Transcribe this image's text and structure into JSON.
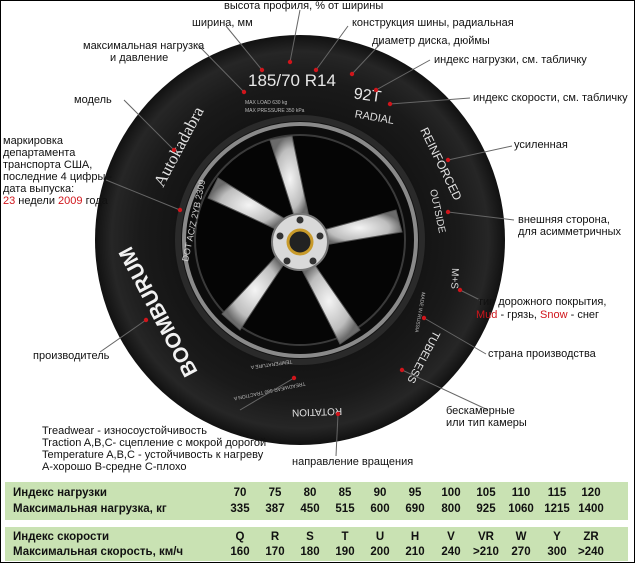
{
  "tire": {
    "size": "185/70 R14",
    "speed_code": "92T",
    "construction": "RADIAL",
    "brand_model": "Autokadabra",
    "manufacturer": "BOOMBURUM",
    "dot_code": "DOT AC/Z 2YB 2309",
    "reinforced": "REINFORCED",
    "outside": "OUTSIDE",
    "ms": "M+S",
    "tubeless": "TUBELESS",
    "rotation": "ROTATION",
    "made_in": "MADE IN RUSSIA",
    "treadwear": "TREADWEAR 380 TRACTION A",
    "temperature": "TEMPERATURE A",
    "max_load_small": "MAX LOAD 630 kg",
    "max_pressure_small": "MAX PRESSURE 350 kPa"
  },
  "labels": {
    "profile_height": "высота профиля,  % от ширины",
    "width": "ширина, мм",
    "construction": "конструкция шины, радиальная",
    "max_load_1": "максимальная нагрузка",
    "max_load_2": "и давление",
    "rim_diameter": "диаметр диска, дюймы",
    "load_index": "индекс нагрузки, см. табличку",
    "model": "модель",
    "speed_index": "индекс скорости, см. табличку",
    "dot_1": "маркировка",
    "dot_2": "департамента",
    "dot_3": "транспорта США,",
    "dot_4": "последние 4 цифры -",
    "dot_5": "дата выпуска:",
    "dot_6_week": "23",
    "dot_6_mid": " недели ",
    "dot_6_year": "2009",
    "dot_6_end": " года",
    "reinforced": "усиленная",
    "outside_1": "внешняя сторона,",
    "outside_2": "для асимметричных",
    "road_1": "тип дорожного покрытия,",
    "road_mud": "Mud",
    "road_mid": " - грязь, ",
    "road_snow": "Snow",
    "road_end": " - снег",
    "manufacturer": "производитель",
    "country": "страна производства",
    "tubeless_1": "бескамерные",
    "tubeless_2": "или тип камеры",
    "treadwear": "Treadwear - износоустойчивость",
    "traction": "Traction A,B,C- сцепление с мокрой дорогой",
    "temperature": "Temperature A,B,C - устойчивость к нагреву",
    "grades": "А-хорошо В-средне С-плохо",
    "rotation": "направление вращения"
  },
  "load_table": {
    "index_label": "Индекс нагрузки",
    "max_label": "Максимальная нагрузка, кг",
    "indexes": [
      "70",
      "75",
      "80",
      "85",
      "90",
      "95",
      "100",
      "105",
      "110",
      "115",
      "120"
    ],
    "max_loads": [
      "335",
      "387",
      "450",
      "515",
      "600",
      "690",
      "800",
      "925",
      "1060",
      "1215",
      "1400"
    ]
  },
  "speed_table": {
    "index_label": "Индекс скорости",
    "max_label": "Максимальная скорость, км/ч",
    "indexes": [
      "Q",
      "R",
      "S",
      "T",
      "U",
      "H",
      "V",
      "VR",
      "W",
      "Y",
      "ZR"
    ],
    "max_speeds": [
      "160",
      "170",
      "180",
      "190",
      "200",
      "210",
      "240",
      ">210",
      "270",
      "300",
      ">240"
    ]
  },
  "colors": {
    "accent_red": "#d0151b",
    "table_green": "#c9e2b3",
    "tire_black": "#141414"
  }
}
